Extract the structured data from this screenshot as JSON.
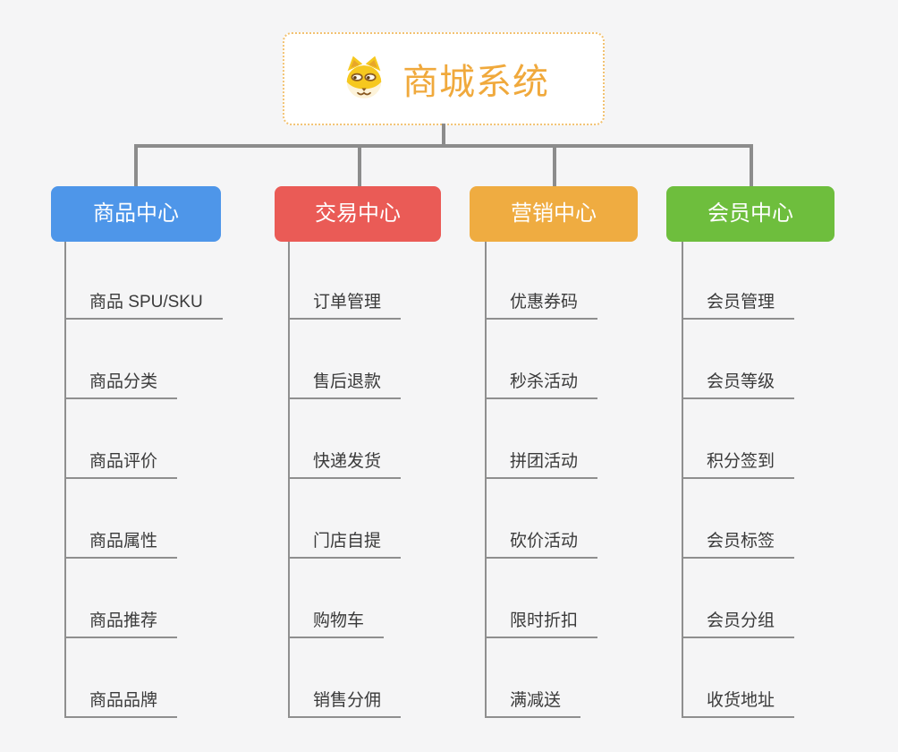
{
  "root": {
    "title": "商城系统",
    "icon": "shiba-dog-icon",
    "title_color": "#F0A93C",
    "border_color": "#F2C272"
  },
  "colors": {
    "background": "#F5F5F6",
    "connector": "#8C8C8C",
    "item_text": "#3A3A3A",
    "branch_blue": "#4E96E9",
    "branch_red": "#EA5B56",
    "branch_orange": "#EFAC41",
    "branch_green": "#6EBE3D"
  },
  "branches": [
    {
      "label": "商品中心",
      "color": "#4E96E9",
      "items": [
        "商品 SPU/SKU",
        "商品分类",
        "商品评价",
        "商品属性",
        "商品推荐",
        "商品品牌"
      ]
    },
    {
      "label": "交易中心",
      "color": "#EA5B56",
      "items": [
        "订单管理",
        "售后退款",
        "快递发货",
        "门店自提",
        "购物车",
        "销售分佣"
      ]
    },
    {
      "label": "营销中心",
      "color": "#EFAC41",
      "items": [
        "优惠券码",
        "秒杀活动",
        "拼团活动",
        "砍价活动",
        "限时折扣",
        "满减送"
      ]
    },
    {
      "label": "会员中心",
      "color": "#6EBE3D",
      "items": [
        "会员管理",
        "会员等级",
        "积分签到",
        "会员标签",
        "会员分组",
        "收货地址"
      ]
    }
  ]
}
